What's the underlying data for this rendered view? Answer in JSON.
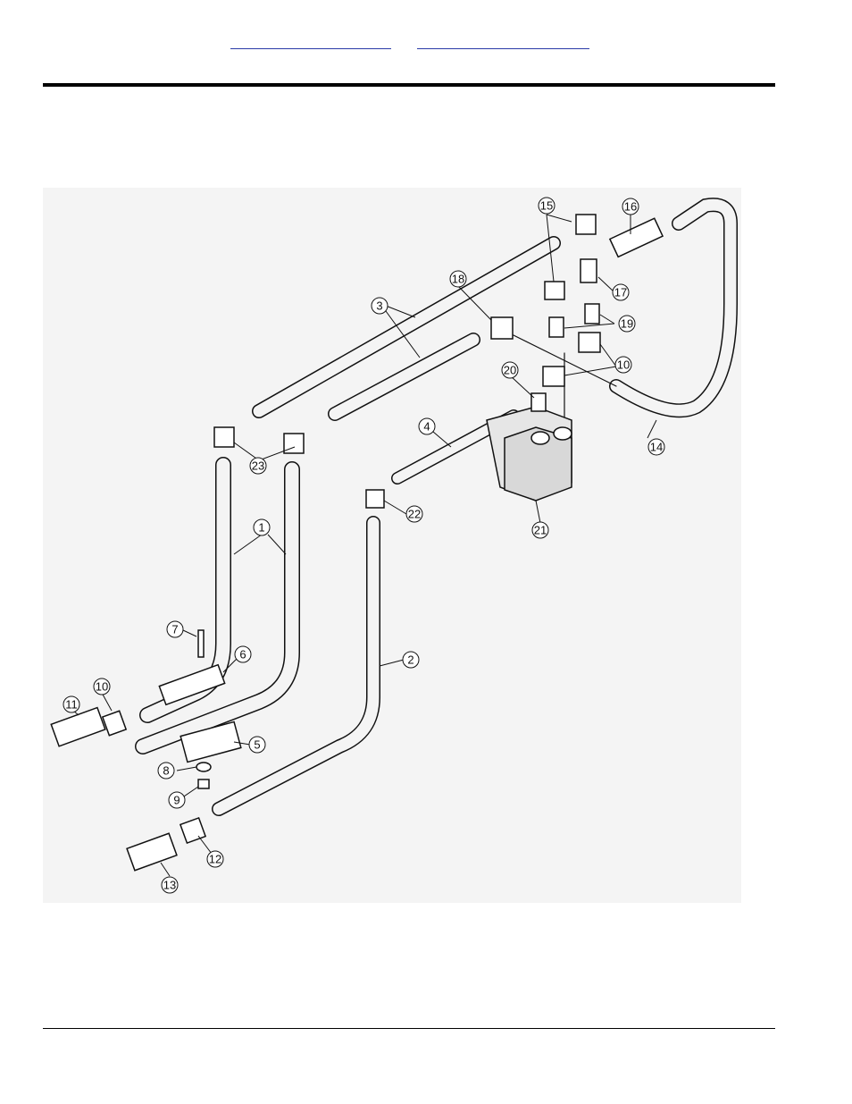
{
  "header": {
    "links": [
      {
        "text": ""
      },
      {
        "text": ""
      }
    ]
  },
  "diagram": {
    "callouts": [
      "1",
      "2",
      "3",
      "4",
      "5",
      "6",
      "7",
      "8",
      "9",
      "10",
      "11",
      "12",
      "13",
      "14",
      "15",
      "16",
      "17",
      "18",
      "19",
      "20",
      "21",
      "22",
      "23"
    ]
  },
  "colors": {
    "link": "#2a3aa8",
    "rule": "#000000",
    "diagram_bg": "#f4f4f4",
    "line": "#111111"
  }
}
